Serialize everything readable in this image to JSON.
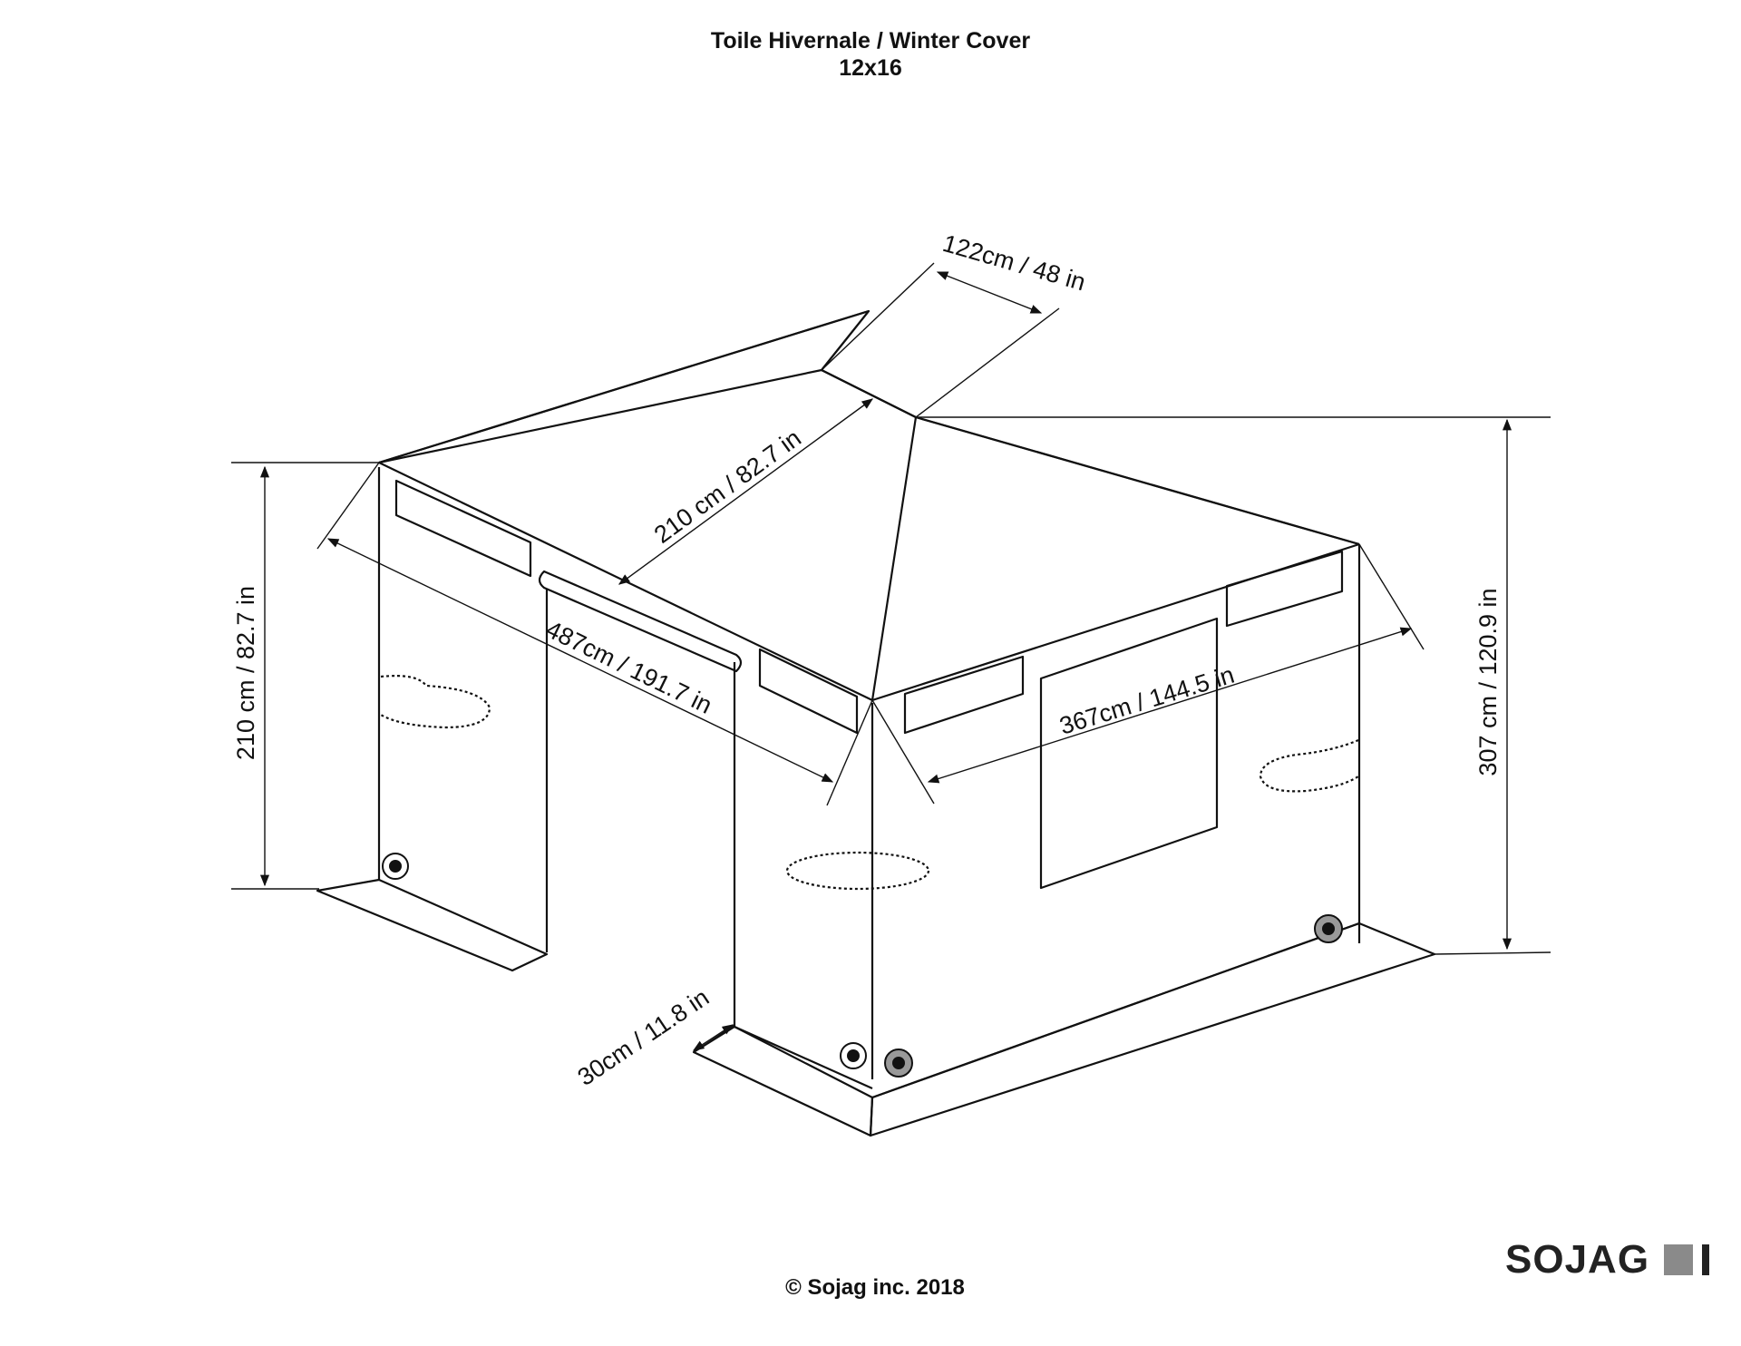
{
  "header": {
    "title": "Toile Hivernale / Winter Cover",
    "subtitle": "12x16"
  },
  "dimensions": {
    "top_width": "122cm / 48 in",
    "roof_slope": "210 cm / 82.7 in",
    "left_height": "210 cm / 82.7 in",
    "total_height": "307 cm / 120.9 in",
    "front_length": "487cm / 191.7 in",
    "side_width": "367cm / 144.5 in",
    "skirt_depth": "30cm / 11.8 in"
  },
  "footer": {
    "copyright": "© Sojag inc. 2018"
  },
  "brand": {
    "logo_text": "SOJAG",
    "logo_color": "#8a8a8a"
  }
}
